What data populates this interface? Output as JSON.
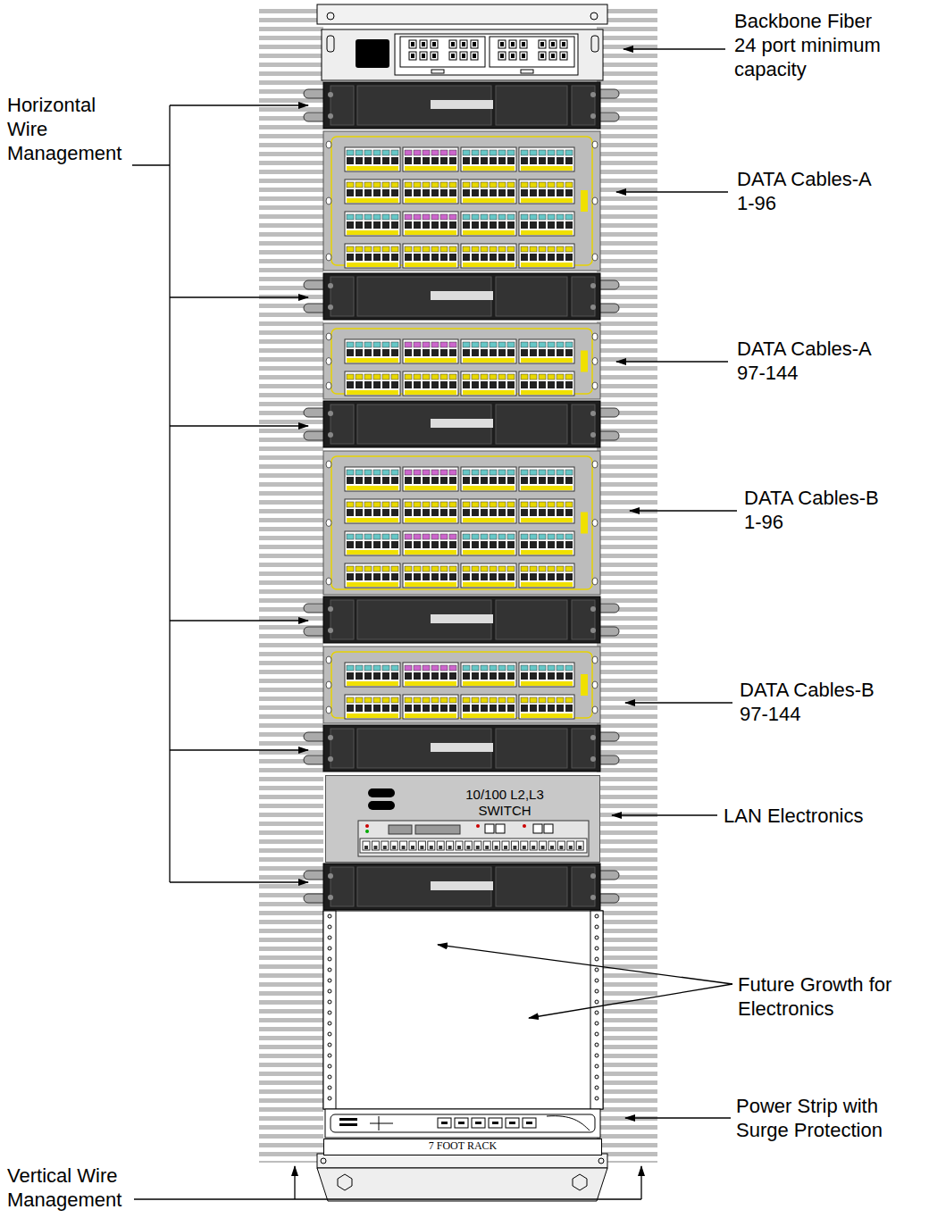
{
  "diagram": {
    "nodes": [
      {
        "text": [
          "10/100 L2,L3 SWITCH"
        ]
      },
      {
        "text": [
          "7 FOOT RACK"
        ]
      }
    ],
    "labels": [
      "Backbone Fiber 24 port minimum capacity",
      "Horizontal Wire Management",
      "DATA Cables-A 1-96",
      "DATA Cables-A 97-144",
      "DATA Cables-B 1-96",
      "DATA Cables-B 97-144",
      "LAN Electronics",
      "Future Growth for Electronics",
      "Power Strip with Surge Protection",
      "Vertical Wire Management"
    ]
  }
}
